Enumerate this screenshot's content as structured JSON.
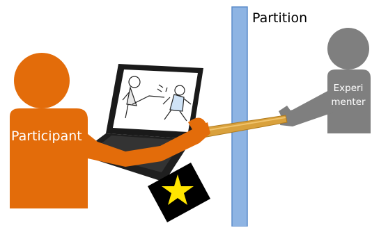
{
  "labels": {
    "partition": "Partition",
    "participant": "Participant",
    "experimenter_line1": "Experi",
    "experimenter_line2": "menter"
  },
  "icons": {
    "participant": "person-silhouette-icon",
    "experimenter": "person-silhouette-icon",
    "laptop": "laptop-icon",
    "star_card": "star-card-icon",
    "stick": "wooden-stick-icon",
    "partition": "partition-panel-icon"
  },
  "colors": {
    "participant": "#E36C0A",
    "experimenter": "#7F7F7F",
    "partition": "#8EB4E3",
    "partition_edge": "#5B8BC9",
    "stick": "#D9A13C",
    "star": "#FFE500",
    "card": "#000000",
    "laptop": "#1A1A1A",
    "screen": "#FFFFFF"
  }
}
